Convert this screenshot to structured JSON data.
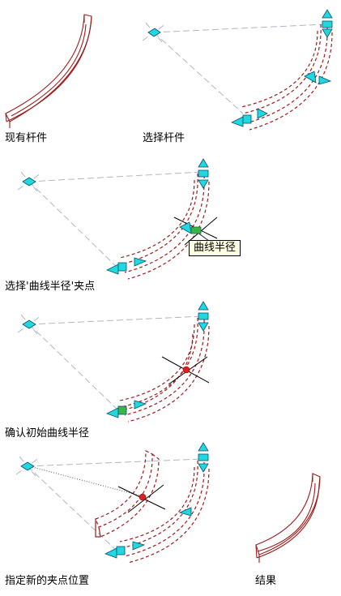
{
  "captions": {
    "existing_member": "现有杆件",
    "select_member": "选择杆件",
    "select_radius_grip": "选择'曲线半径'夹点",
    "confirm_initial_radius": "确认初始曲线半径",
    "specify_new_grip": "指定新的夹点位置",
    "result": "结果"
  },
  "tooltip": {
    "label": "曲线半径"
  },
  "colors": {
    "member_line": "#9b1c1c",
    "grip_fill": "#1fd8e0",
    "grip_stroke": "#0b4f6c",
    "active_grip": "#3cb44b",
    "hot_grip": "#e02020",
    "guide_line": "#aeb6c4",
    "crosshair": "#000000"
  },
  "icons": [
    "grip-arrow-icon",
    "grip-square-icon",
    "grip-diamond-icon",
    "crosshair-icon"
  ]
}
